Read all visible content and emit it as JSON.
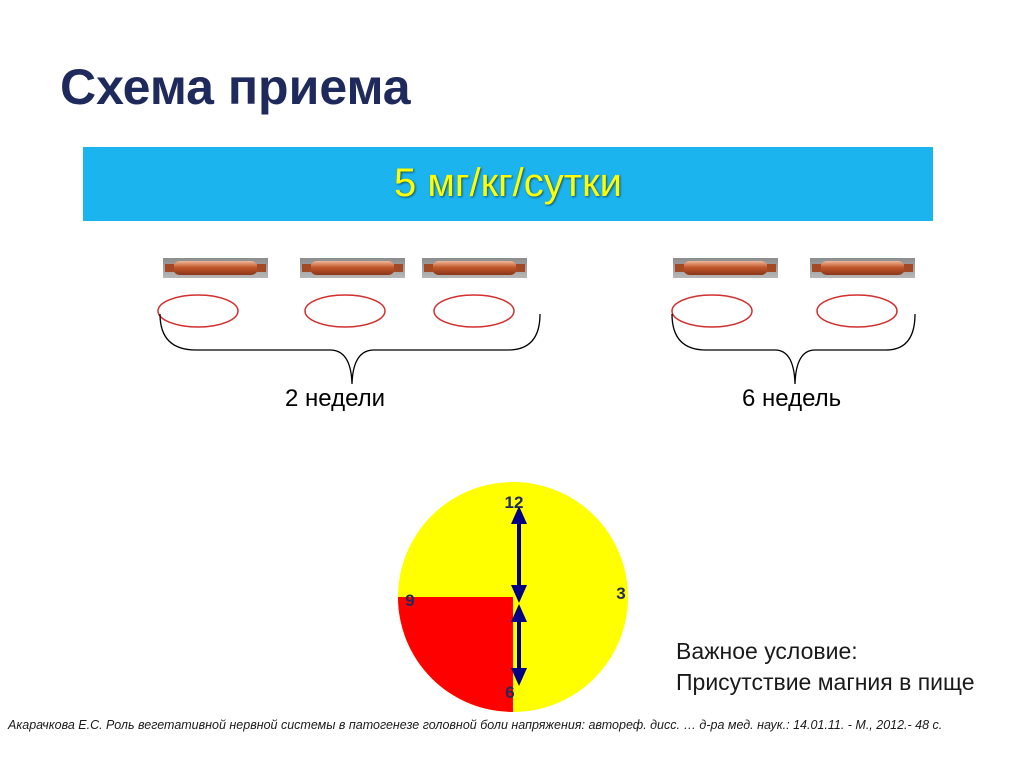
{
  "slide": {
    "title": "Схема приема",
    "dose": "5 мг/кг/сутки",
    "periods": [
      {
        "label": "2 недели",
        "capsules": 3
      },
      {
        "label": "6 недель",
        "capsules": 2
      }
    ],
    "clock": {
      "labels": {
        "twelve": "12",
        "three": "3",
        "six": "6",
        "nine": "9"
      },
      "red_fraction": 0.25,
      "colors": {
        "face": "#ffff00",
        "segment": "#ff0000",
        "hands": "#000080"
      }
    },
    "condition": {
      "line1": "Важное условие:",
      "line2": "Присутствие магния в пище"
    },
    "footnote": "Акарачкова Е.С. Роль вегетативной нервной системы в патогенезе головной боли напряжения: автореф. дисс. … д-ра мед. наук.: 14.01.11. - М., 2012.- 48 с."
  },
  "colors": {
    "title": "#1f2a5c",
    "dose_bar": "#1cb4ef",
    "dose_text": "#ffff00",
    "ellipse_stroke": "#d32f2f"
  }
}
